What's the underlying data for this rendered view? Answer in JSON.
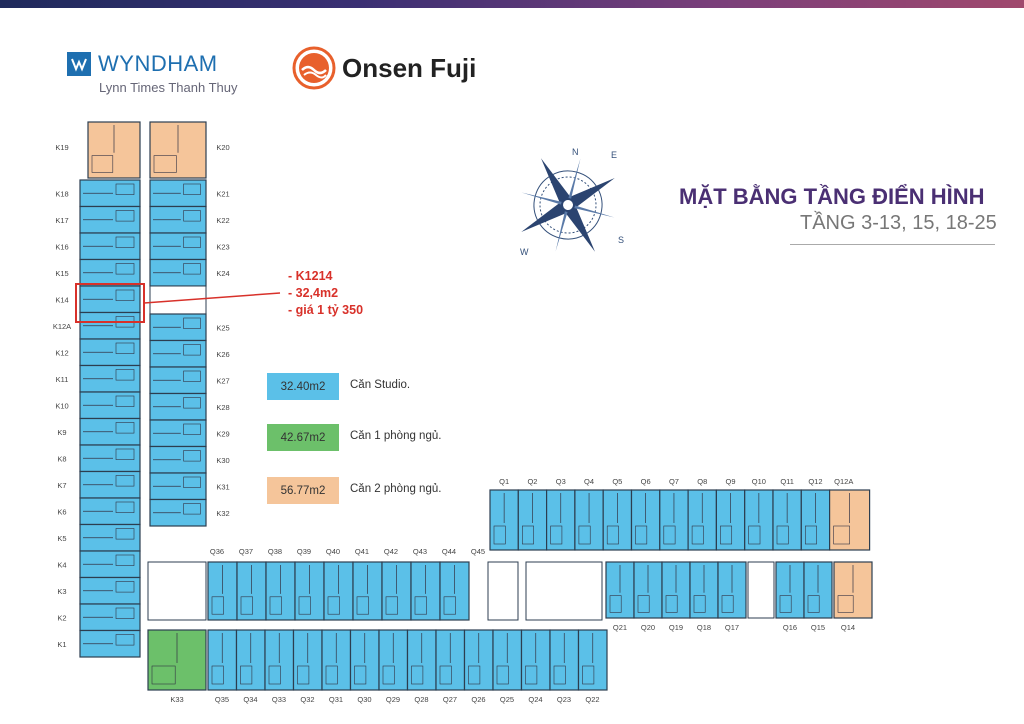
{
  "brand": {
    "wyndham_name": "WYNDHAM",
    "wyndham_sub": "Lynn Times Thanh Thuy",
    "onsen_name": "Onsen Fuji"
  },
  "title": {
    "line1": "MẶT BẰNG TẦNG ĐIỂN HÌNH",
    "line2": "TẦNG  3-13, 15, 18-25"
  },
  "compass": {
    "n": "N",
    "e": "E",
    "s": "S",
    "w": "W"
  },
  "annotation": {
    "line1": "- K1214",
    "line2": "- 32,4m2",
    "line3": "- giá 1 tỷ 350",
    "color": "#d8312a"
  },
  "legend": [
    {
      "area": "32.40m2",
      "label": "Căn Studio.",
      "color": "#5bc0e8"
    },
    {
      "area": "42.67m2",
      "label": "Căn 1 phòng ngủ.",
      "color": "#6cc06a"
    },
    {
      "area": "56.77m2",
      "label": "Căn 2 phòng ngủ.",
      "color": "#f5c59a"
    }
  ],
  "units": {
    "k_left": [
      "K19",
      "K18",
      "K17",
      "K16",
      "K15",
      "K14",
      "K12A",
      "K12",
      "K11",
      "K10",
      "K9",
      "K8",
      "K7",
      "K6",
      "K5",
      "K4",
      "K3",
      "K2",
      "K1"
    ],
    "k_right": [
      "K20",
      "K21",
      "K22",
      "K23",
      "K24",
      "K25",
      "K26",
      "K27",
      "K28",
      "K29",
      "K30",
      "K31",
      "K32"
    ],
    "k_bottom": "K33",
    "q_top": [
      "Q1",
      "Q2",
      "Q3",
      "Q4",
      "Q5",
      "Q6",
      "Q7",
      "Q8",
      "Q9",
      "Q10",
      "Q11",
      "Q12",
      "Q12A"
    ],
    "q_mid": [
      "Q36",
      "Q37",
      "Q38",
      "Q39",
      "Q40",
      "Q41",
      "Q42",
      "Q43",
      "Q44",
      "Q45"
    ],
    "q_bottom": [
      "Q35",
      "Q34",
      "Q33",
      "Q32",
      "Q31",
      "Q30",
      "Q29",
      "Q28",
      "Q27",
      "Q26",
      "Q25",
      "Q24",
      "Q23",
      "Q22"
    ],
    "q_lower_right": [
      "Q21",
      "Q20",
      "Q19",
      "Q18",
      "Q17",
      "Q16",
      "Q15",
      "Q14"
    ]
  }
}
